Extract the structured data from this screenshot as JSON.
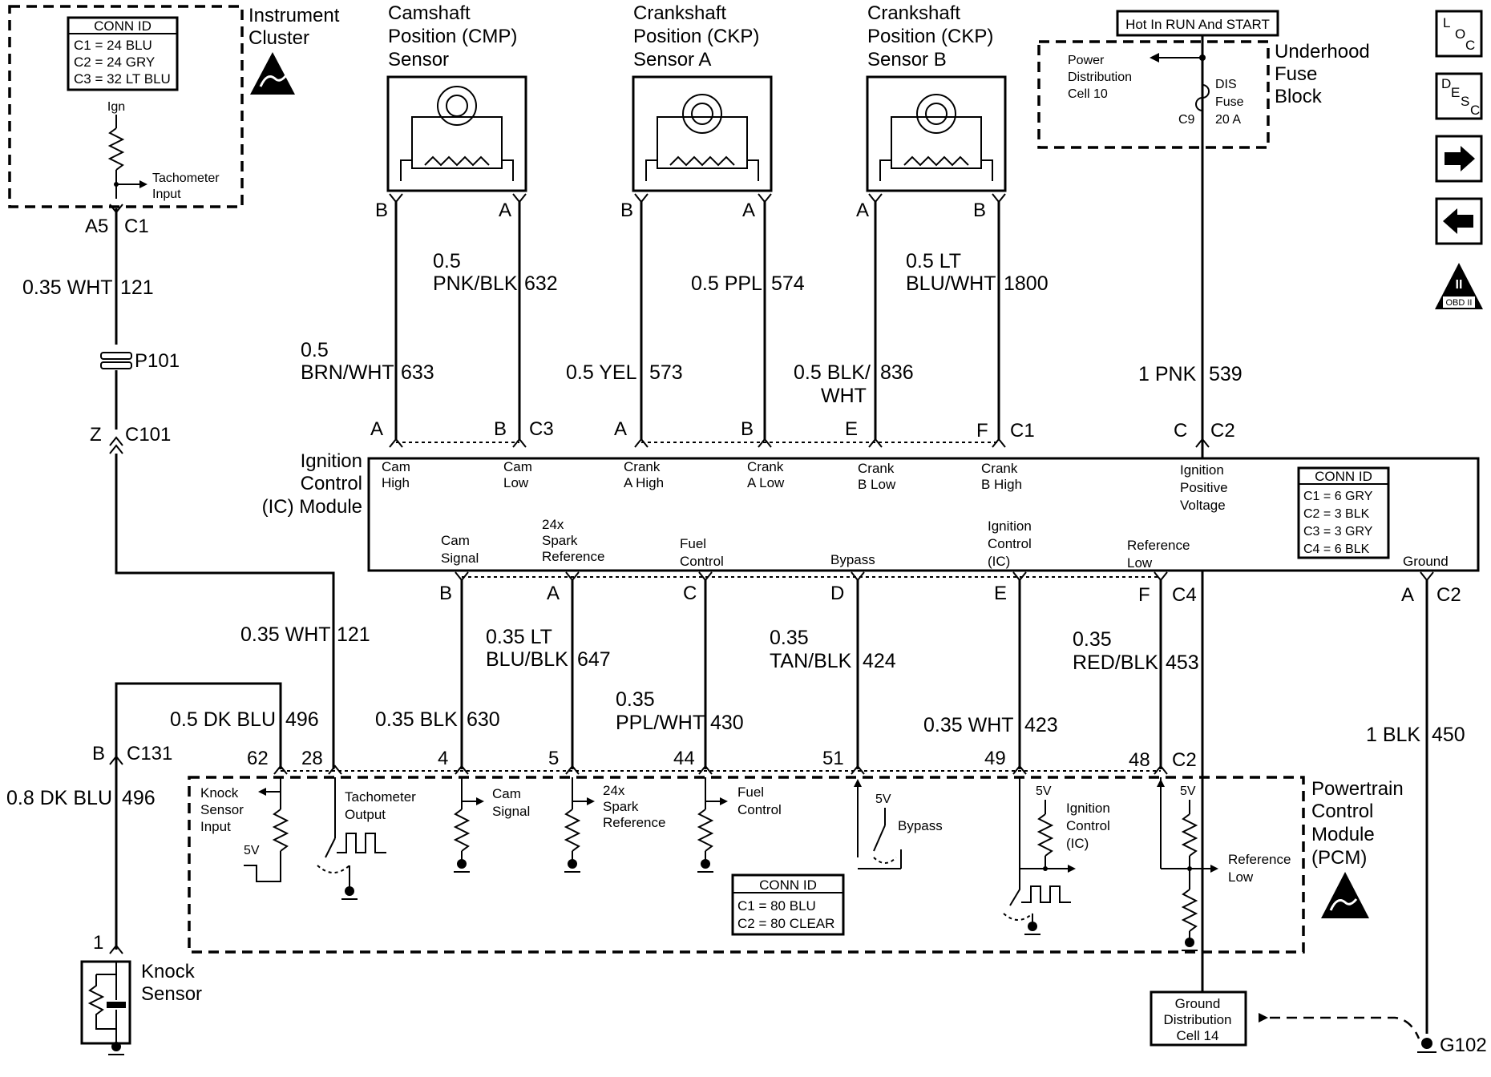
{
  "instrument_cluster": {
    "title_line1": "Instrument",
    "title_line2": "Cluster",
    "conn_header": "CONN ID",
    "conn_c1": "C1 = 24 BLU",
    "conn_c2": "C2 = 24 GRY",
    "conn_c3": "C3 = 32 LT BLU",
    "ign": "Ign",
    "tach_line1": "Tachometer",
    "tach_line2": "Input",
    "pin_a5": "A5",
    "conn_c1_label": "C1"
  },
  "cmp_sensor": {
    "line1": "Camshaft",
    "line2": "Position (CMP)",
    "line3": "Sensor",
    "pin_b": "B",
    "pin_a": "A"
  },
  "ckp_a_sensor": {
    "line1": "Crankshaft",
    "line2": "Position (CKP)",
    "line3": "Sensor A",
    "pin_b": "B",
    "pin_a": "A"
  },
  "ckp_b_sensor": {
    "line1": "Crankshaft",
    "line2": "Position (CKP)",
    "line3": "Sensor B",
    "pin_a": "A",
    "pin_b": "B"
  },
  "fuse_block": {
    "hot_label": "Hot In RUN And START",
    "pdc_line1": "Power",
    "pdc_line2": "Distribution",
    "pdc_line3": "Cell 10",
    "fuse_line1": "DIS",
    "fuse_line2": "Fuse",
    "fuse_line3": "20 A",
    "pin": "C9",
    "title_line1": "Underhood",
    "title_line2": "Fuse",
    "title_line3": "Block"
  },
  "side_icons": {
    "loc": [
      "L",
      "O",
      "C"
    ],
    "desc": [
      "D",
      "E",
      "S",
      "C"
    ],
    "obd": "OBD II",
    "roman": "II"
  },
  "wires_upper": {
    "w121_gauge": "0.35 WHT",
    "w121_num": "121",
    "p101": "P101",
    "pin_z": "Z",
    "c101": "C101",
    "w632_gauge1": "0.5",
    "w632_gauge2": "PNK/BLK",
    "w632_num": "632",
    "w633_gauge1": "0.5",
    "w633_gauge2": "BRN/WHT",
    "w633_num": "633",
    "w573_gauge": "0.5 YEL",
    "w573_num": "573",
    "w574_gauge": "0.5 PPL",
    "w574_num": "574",
    "w836_gauge1": "0.5 BLK/",
    "w836_gauge2": "WHT",
    "w836_num": "836",
    "w1800_gauge1": "0.5 LT",
    "w1800_gauge2": "BLU/WHT",
    "w1800_num": "1800",
    "w539_gauge": "1 PNK",
    "w539_num": "539"
  },
  "ic_top_pins": {
    "a": "A",
    "b": "B",
    "c3": "C3",
    "a2": "A",
    "b2": "B",
    "e": "E",
    "f": "F",
    "c1": "C1",
    "c": "C",
    "c2": "C2"
  },
  "ic_module": {
    "title_line1": "Ignition",
    "title_line2": "Control",
    "title_line3": "(IC) Module",
    "cam_high": [
      "Cam",
      "High"
    ],
    "cam_low": [
      "Cam",
      "Low"
    ],
    "crank_a_high": [
      "Crank",
      "A High"
    ],
    "crank_a_low": [
      "Crank",
      "A Low"
    ],
    "crank_b_low": [
      "Crank",
      "B Low"
    ],
    "crank_b_high": [
      "Crank",
      "B High"
    ],
    "ign_pos": [
      "Ignition",
      "Positive",
      "Voltage"
    ],
    "cam_signal": [
      "Cam",
      "Signal"
    ],
    "spark_ref": [
      "24x",
      "Spark",
      "Reference"
    ],
    "fuel_control": [
      "Fuel",
      "Control"
    ],
    "bypass": "Bypass",
    "ic": [
      "Ignition",
      "Control",
      "(IC)"
    ],
    "ref_low": [
      "Reference",
      "Low"
    ],
    "ground": "Ground",
    "conn_header": "CONN ID",
    "conn_c1": "C1 = 6 GRY",
    "conn_c2": "C2 = 3 BLK",
    "conn_c3": "C3 = 3 GRY",
    "conn_c4": "C4 = 6 BLK"
  },
  "ic_bottom_pins": {
    "b": "B",
    "a": "A",
    "c": "C",
    "d": "D",
    "e": "E",
    "f": "F",
    "c4": "C4",
    "a2": "A",
    "c2": "C2"
  },
  "wires_lower": {
    "w121_gauge": "0.35 WHT",
    "w121_num": "121",
    "w496_gauge": "0.5 DK BLU",
    "w496_num": "496",
    "w630_gauge": "0.35 BLK",
    "w630_num": "630",
    "w647_gauge1": "0.35 LT",
    "w647_gauge2": "BLU/BLK",
    "w647_num": "647",
    "w430_gauge1": "0.35",
    "w430_gauge2": "PPL/WHT",
    "w430_num": "430",
    "w424_gauge1": "0.35",
    "w424_gauge2": "TAN/BLK",
    "w424_num": "424",
    "w423_gauge": "0.35 WHT",
    "w423_num": "423",
    "w453_gauge1": "0.35",
    "w453_gauge2": "RED/BLK",
    "w453_num": "453",
    "w450_gauge": "1 BLK",
    "w450_num": "450",
    "c131_pin": "B",
    "c131": "C131",
    "w496b_gauge": "0.8 DK BLU",
    "w496b_num": "496"
  },
  "pcm_pins": {
    "p62": "62",
    "p28": "28",
    "p4": "4",
    "p5": "5",
    "p44": "44",
    "p51": "51",
    "p49": "49",
    "p48": "48",
    "c2": "C2"
  },
  "pcm": {
    "title": [
      "Powertrain",
      "Control",
      "Module",
      "(PCM)"
    ],
    "knock_input": [
      "Knock",
      "Sensor",
      "Input"
    ],
    "v5": "5V",
    "tach_output": [
      "Tachometer",
      "Output"
    ],
    "cam_signal": [
      "Cam",
      "Signal"
    ],
    "spark_ref": [
      "24x",
      "Spark",
      "Reference"
    ],
    "fuel_control": [
      "Fuel",
      "Control"
    ],
    "bypass": "Bypass",
    "ic": [
      "Ignition",
      "Control",
      "(IC)"
    ],
    "ref_low": [
      "Reference",
      "Low"
    ],
    "conn_header": "CONN ID",
    "conn_c1": "C1 = 80 BLU",
    "conn_c2": "C2 = 80 CLEAR"
  },
  "knock_sensor": {
    "pin": "1",
    "line1": "Knock",
    "line2": "Sensor"
  },
  "ground": {
    "line1": "Ground",
    "line2": "Distribution",
    "line3": "Cell 14",
    "g102": "G102"
  }
}
